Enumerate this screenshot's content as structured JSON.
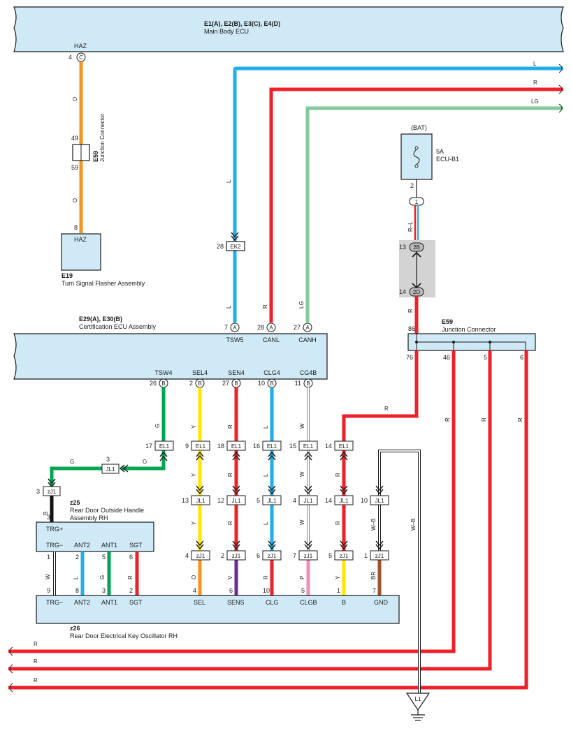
{
  "colors": {
    "orange": "#f7941d",
    "blue": "#1eaeea",
    "red": "#ee2028",
    "light_green": "#83c99c",
    "green": "#00a651",
    "yellow": "#ffe600",
    "purple": "#6a2c91",
    "pink": "#f18db8",
    "brown": "#a0522d",
    "black": "#111111",
    "gray": "#888888",
    "component_fill": "#cfe9f6"
  },
  "components": {
    "main_body_ecu": {
      "code": "E1(A), E2(B), E3(C), E4(D)",
      "name": "Main Body ECU",
      "pin_label": "HAZ",
      "pin": "4",
      "connector": "C"
    },
    "e59_top": {
      "code": "E59",
      "name": "Junction Connector",
      "pin_top": "49",
      "pin_bottom": "59"
    },
    "e19": {
      "code": "E19",
      "name": "Turn Signal Flasher Assembly",
      "pin_label": "HAZ",
      "pin": "8"
    },
    "cert_ecu": {
      "code": "E29(A), E30(B)",
      "name": "Certification ECU Assembly",
      "top_pins": [
        {
          "label": "TSW5",
          "pin": "7",
          "conn": "A"
        },
        {
          "label": "CANL",
          "pin": "28",
          "conn": "A"
        },
        {
          "label": "CANH",
          "pin": "27",
          "conn": "A"
        }
      ],
      "bottom_pins": [
        {
          "label": "TSW4",
          "pin": "26",
          "conn": "B"
        },
        {
          "label": "SEL4",
          "pin": "2",
          "conn": "B"
        },
        {
          "label": "SEN4",
          "pin": "27",
          "conn": "B"
        },
        {
          "label": "CLG4",
          "pin": "10",
          "conn": "B"
        },
        {
          "label": "CG4B",
          "pin": "11",
          "conn": "B"
        }
      ]
    },
    "battery": {
      "label": "(BAT)",
      "fuse_rating": "5A",
      "fuse_name": "ECU-B1",
      "pin_out": "2",
      "connector_pin": "1"
    },
    "e59_right": {
      "code": "E59",
      "name": "Junction Connector",
      "pin_in": "86",
      "pins_out": [
        "76",
        "46",
        "5",
        "6"
      ]
    },
    "z25": {
      "code": "z25",
      "name_line1": "Rear Door Outside Handle",
      "name_line2": "Assembly RH",
      "pin_top_label": "TRG+",
      "pin_top": "3",
      "labels": [
        "TRG−",
        "ANT2",
        "ANT1",
        "SGT"
      ],
      "pins": [
        "1",
        "2",
        "5",
        "6"
      ]
    },
    "z26": {
      "code": "z26",
      "name": "Rear Door Electrical Key Oscillator RH",
      "labels": [
        "TRG−",
        "ANT2",
        "ANT1",
        "SGT",
        "SEL",
        "SENS",
        "CLG",
        "CLGB",
        "B",
        "GND"
      ],
      "pins": [
        "9",
        "8",
        "3",
        "2",
        "4",
        "6",
        "10",
        "5",
        "1",
        "7"
      ]
    },
    "ground": {
      "label": "L1"
    }
  },
  "connectors": {
    "ek2": {
      "name": "EK2",
      "pin": "28"
    },
    "block_2b": {
      "name": "2B",
      "pin": "13"
    },
    "block_2d": {
      "name": "2D",
      "pin": "14"
    },
    "el1": [
      {
        "name": "EL1",
        "pin": "17"
      },
      {
        "name": "EL1",
        "pin": "9"
      },
      {
        "name": "EL1",
        "pin": "18"
      },
      {
        "name": "EL1",
        "pin": "16"
      },
      {
        "name": "EL1",
        "pin": "15"
      },
      {
        "name": "EL1",
        "pin": "14"
      }
    ],
    "jl1_side": {
      "name": "JL1",
      "pin": "3"
    },
    "zj1_left": {
      "name": "zJ1",
      "pin": "3"
    },
    "jl1_row": [
      {
        "name": "JL1",
        "pin": "13"
      },
      {
        "name": "JL1",
        "pin": "12"
      },
      {
        "name": "JL1",
        "pin": "5"
      },
      {
        "name": "JL1",
        "pin": "4"
      },
      {
        "name": "JL1",
        "pin": "14"
      },
      {
        "name": "JL1",
        "pin": "10"
      }
    ],
    "zj1_row": [
      {
        "name": "zJ1",
        "pin": "4"
      },
      {
        "name": "zJ1",
        "pin": "2"
      },
      {
        "name": "zJ1",
        "pin": "6"
      },
      {
        "name": "zJ1",
        "pin": "7"
      },
      {
        "name": "zJ1",
        "pin": "5"
      },
      {
        "name": "zJ1",
        "pin": "1"
      }
    ]
  },
  "wire_labels": {
    "O": "O",
    "L": "L",
    "R": "R",
    "LG": "LG",
    "RL": "R–L",
    "G": "G",
    "Y": "Y",
    "W": "W",
    "B": "B",
    "V": "V",
    "P": "P",
    "WB": "W–B",
    "BR": "BR"
  }
}
